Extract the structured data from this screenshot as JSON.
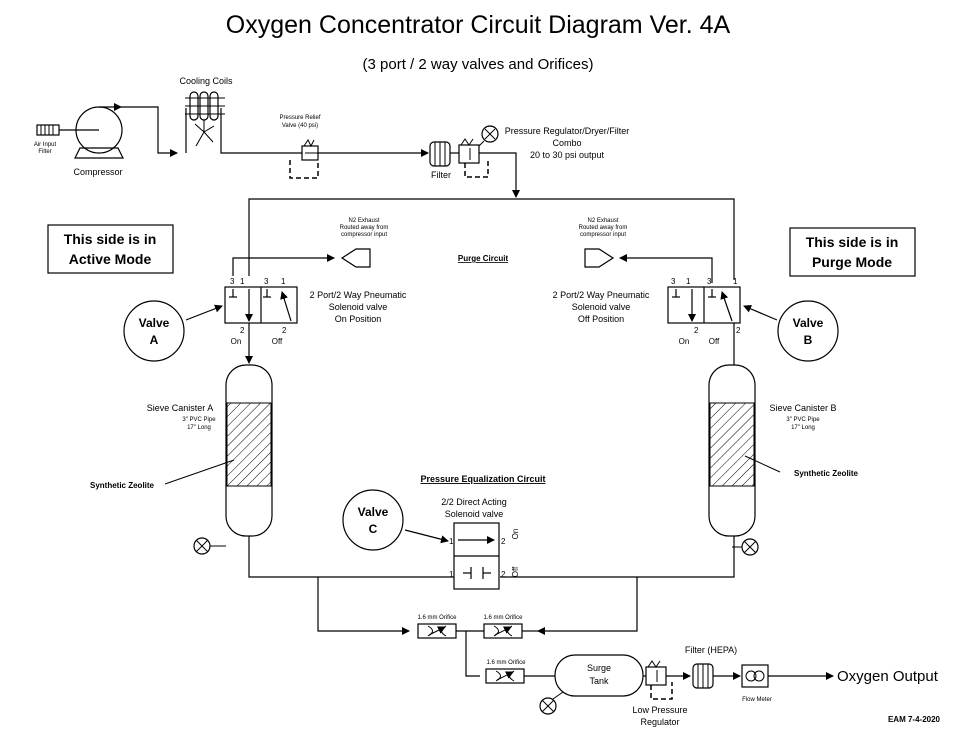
{
  "title": "Oxygen Concentrator Circuit Diagram Ver. 4A",
  "subtitle": "(3 port / 2 way valves and Orifices)",
  "top": {
    "cooling_coils": "Cooling Coils",
    "air_input_filter": [
      "Air Input",
      "Filter"
    ],
    "compressor": "Compressor",
    "relief_valve": [
      "Pressure Relief",
      "Valve (40 psi)"
    ],
    "filter": "Filter",
    "regulator": [
      "Pressure Regulator/Dryer/Filter",
      "Combo",
      "20 to 30  psi output"
    ]
  },
  "left": {
    "mode_box": [
      "This side is in",
      "Active Mode"
    ],
    "exhaust": [
      "N2 Exhaust",
      "Routed away from",
      "compressor input"
    ],
    "valve_label": [
      "2 Port/2 Way Pneumatic",
      "Solenoid valve",
      "On Position"
    ],
    "valve_bubble": [
      "Valve",
      "A"
    ],
    "ports_top": [
      "3",
      "1",
      "3",
      "1"
    ],
    "ports_bottom": [
      "2",
      "2"
    ],
    "on": "On",
    "off": "Off",
    "canister": [
      "Sieve Canister A",
      "3\" PVC Pipe",
      "17\" Long"
    ],
    "zeolite": "Synthetic Zeolite"
  },
  "right": {
    "mode_box": [
      "This side is in",
      "Purge Mode"
    ],
    "exhaust": [
      "N2 Exhaust",
      "Routed away from",
      "compressor input"
    ],
    "valve_label": [
      "2 Port/2 Way Pneumatic",
      "Solenoid valve",
      "Off Position"
    ],
    "valve_bubble": [
      "Valve",
      "B"
    ],
    "ports_top": [
      "3",
      "1",
      "3",
      "1"
    ],
    "ports_bottom": [
      "2",
      "2"
    ],
    "on": "On",
    "off": "Off",
    "canister": [
      "Sieve Canister B",
      "3\" PVC Pipe",
      "17\" Long"
    ],
    "zeolite": "Synthetic Zeolite"
  },
  "purge_circuit": "Purge Circuit",
  "equalization": {
    "title": "Pressure Equalization Circuit",
    "valve_label": [
      "2/2 Direct Acting",
      "Solenoid valve"
    ],
    "valve_bubble": [
      "Valve",
      "C"
    ],
    "port1": "1",
    "port2": "2",
    "on": "On",
    "off": "Off"
  },
  "bottom": {
    "orifice": "1.6 mm Orifice",
    "surge_tank": [
      "Surge",
      "Tank"
    ],
    "filter_hepa": "Filter (HEPA)",
    "low_pressure_regulator": [
      "Low Pressure",
      "Regulator"
    ],
    "flow_meter": "Flow Meter",
    "oxygen_output": "Oxygen Output",
    "credit": "EAM 7-4-2020"
  }
}
